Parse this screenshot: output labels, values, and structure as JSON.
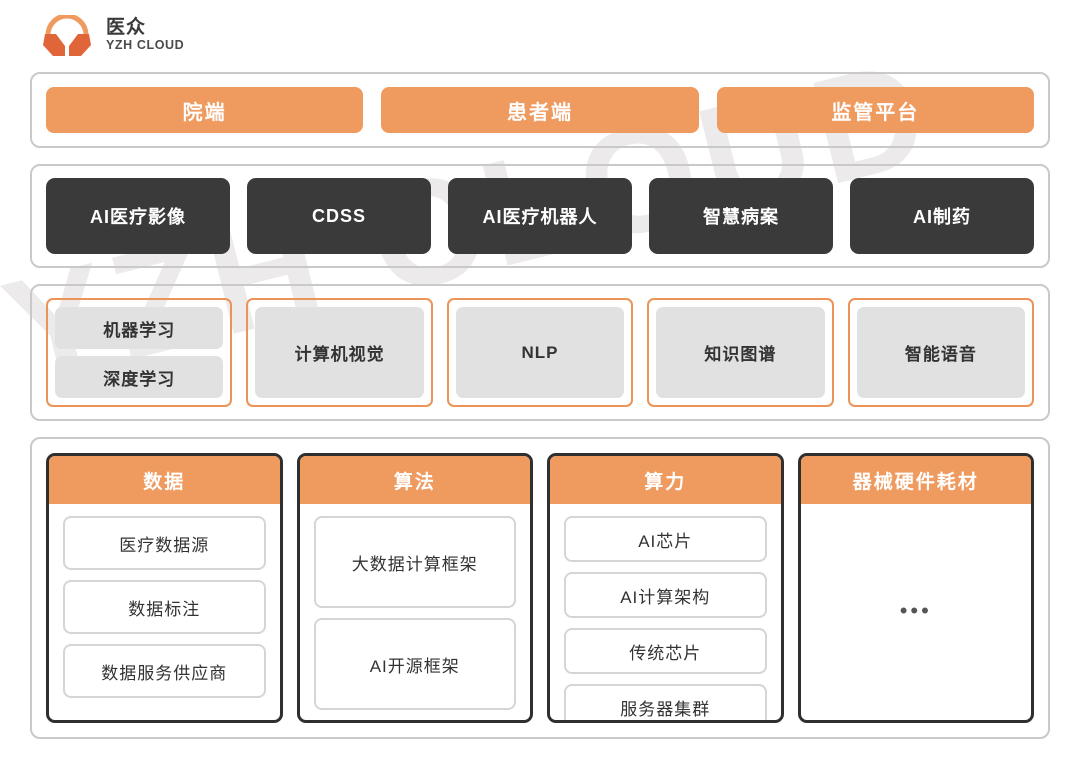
{
  "brand": {
    "logo_icon": "yzh-cloud-mascot-icon",
    "name_cn": "医众",
    "name_en": "YZH CLOUD",
    "accent_color": "#ef9a5f",
    "dark_color": "#3a3a3a"
  },
  "watermark": {
    "text": "YZH CLOUD"
  },
  "layers": {
    "channels": {
      "items": [
        {
          "label": "院端"
        },
        {
          "label": "患者端"
        },
        {
          "label": "监管平台"
        }
      ]
    },
    "applications": {
      "items": [
        {
          "label": "AI医疗影像"
        },
        {
          "label": "CDSS"
        },
        {
          "label": "AI医疗机器人"
        },
        {
          "label": "智慧病案"
        },
        {
          "label": "AI制药"
        }
      ]
    },
    "technologies": {
      "groups": [
        {
          "items": [
            {
              "label": "机器学习"
            },
            {
              "label": "深度学习"
            }
          ]
        },
        {
          "items": [
            {
              "label": "计算机视觉"
            }
          ]
        },
        {
          "items": [
            {
              "label": "NLP"
            }
          ]
        },
        {
          "items": [
            {
              "label": "知识图谱"
            }
          ]
        },
        {
          "items": [
            {
              "label": "智能语音"
            }
          ]
        }
      ]
    },
    "infrastructure": {
      "columns": [
        {
          "title": "数据",
          "items": [
            {
              "label": "医疗数据源"
            },
            {
              "label": "数据标注"
            },
            {
              "label": "数据服务供应商"
            }
          ]
        },
        {
          "title": "算法",
          "items": [
            {
              "label": "大数据计算框架"
            },
            {
              "label": "AI开源框架"
            }
          ]
        },
        {
          "title": "算力",
          "items": [
            {
              "label": "AI芯片"
            },
            {
              "label": "AI计算架构"
            },
            {
              "label": "传统芯片"
            },
            {
              "label": "服务器集群"
            }
          ]
        },
        {
          "title": "器械硬件耗材",
          "items": [],
          "placeholder": "•••"
        }
      ]
    }
  }
}
